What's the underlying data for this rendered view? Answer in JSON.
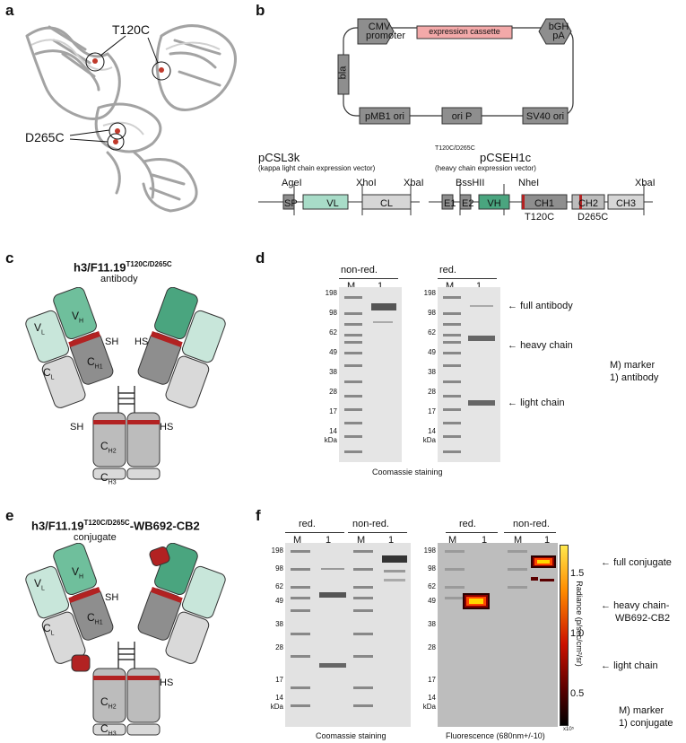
{
  "panels": {
    "a": {
      "letter": "a",
      "mutation_top": "T120C",
      "mutation_bottom": "D265C"
    },
    "b": {
      "letter": "b",
      "plasmid": {
        "cmv": [
          "CMV",
          "promoter"
        ],
        "cassette": "expression cassette",
        "bgh": [
          "bGH",
          "pA"
        ],
        "bla": "bla",
        "pmb1": "pMB1 ori",
        "orip": "ori P",
        "sv40": "SV40 ori"
      },
      "light_vector": {
        "name": "pCSL3k",
        "desc": "(kappa light chain expression vector)",
        "sites": [
          "AgeI",
          "XhoI",
          "XbaI"
        ],
        "boxes": [
          "SP",
          "VL",
          "CL"
        ]
      },
      "heavy_vector": {
        "prefix": "T120C/D265C",
        "name": "pCSEH1c",
        "desc": "(heavy chain expression vector)",
        "sites": [
          "BssHII",
          "NheI",
          "XbaI"
        ],
        "boxes": [
          "E1",
          "E2",
          "VH",
          "CH1",
          "CH2",
          "CH3"
        ],
        "muts": [
          "T120C",
          "D265C"
        ]
      }
    },
    "c": {
      "letter": "c",
      "title_main": "h3/F11.19",
      "title_sup": "T120C/D265C",
      "subtitle": "antibody",
      "labels": {
        "vl": "V",
        "vl_sub": "L",
        "vh": "V",
        "vh_sub": "H",
        "cl": "C",
        "cl_sub": "L",
        "ch1": "C",
        "ch1_sub": "H1",
        "ch2": "C",
        "ch2_sub": "H2",
        "ch3": "C",
        "ch3_sub": "H3",
        "sh": "SH",
        "hs": "HS"
      }
    },
    "d": {
      "letter": "d",
      "gel1": {
        "header": "non-red.",
        "lanes": [
          "M",
          "1"
        ]
      },
      "gel2": {
        "header": "red.",
        "lanes": [
          "M",
          "1"
        ]
      },
      "markers": [
        "198",
        "98",
        "62",
        "49",
        "38",
        "28",
        "17",
        "14"
      ],
      "unit": "kDa",
      "caption": "Coomassie staining",
      "arrows": [
        "full antibody",
        "heavy chain",
        "light chain"
      ],
      "legend": [
        "M) marker",
        "1) antibody"
      ]
    },
    "e": {
      "letter": "e",
      "title_main": "h3/F11.19",
      "title_sup": "T120C/D265C",
      "title_suffix": "-WB692-CB2",
      "subtitle": "conjugate",
      "labels": {
        "vl": "V",
        "vl_sub": "L",
        "vh": "V",
        "vh_sub": "H",
        "cl": "C",
        "cl_sub": "L",
        "ch1": "C",
        "ch1_sub": "H1",
        "ch2": "C",
        "ch2_sub": "H2",
        "ch3": "C",
        "ch3_sub": "H3",
        "sh": "SH",
        "hs": "HS"
      }
    },
    "f": {
      "letter": "f",
      "gel1": {
        "header_a": "red.",
        "header_b": "non-red.",
        "lanes": [
          "M",
          "1",
          "M",
          "1"
        ]
      },
      "gel2": {
        "header_a": "red.",
        "header_b": "non-red.",
        "lanes": [
          "M",
          "1",
          "M",
          "1"
        ]
      },
      "markers": [
        "198",
        "98",
        "62",
        "49",
        "38",
        "28",
        "17",
        "14"
      ],
      "unit": "kDa",
      "caption1": "Coomassie staining",
      "caption2": "Fluorescence (680nm+/-10)",
      "colorbar": {
        "title": "Radiance (p/sec/cm²/sr)",
        "ticks": [
          "1.5",
          "1.0",
          "0.5"
        ],
        "scale": "x10⁵"
      },
      "arrows": [
        "full conjugate",
        "heavy chain-",
        "WB692-CB2",
        "light chain"
      ],
      "legend": [
        "M) marker",
        "1) conjugate"
      ]
    }
  }
}
